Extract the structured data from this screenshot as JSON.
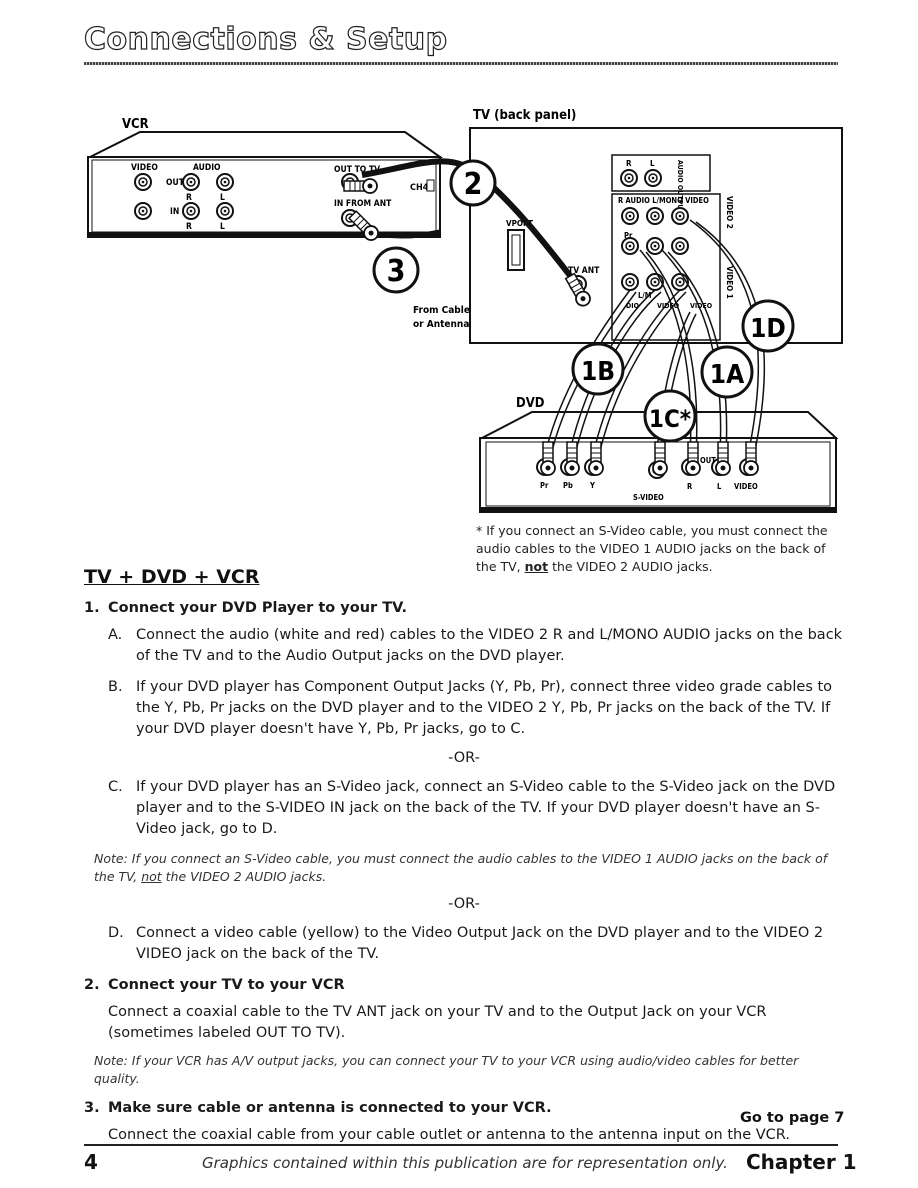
{
  "header": {
    "title": "Connections & Setup"
  },
  "diagram": {
    "vcr_label": "VCR",
    "tv_label": "TV (back panel)",
    "dvd_label": "DVD",
    "vcr_video": "VIDEO",
    "vcr_audio": "AUDIO",
    "vcr_out": "OUT",
    "vcr_in": "IN",
    "vcr_r": "R",
    "vcr_l": "L",
    "vcr_out_to_tv": "OUT TO TV",
    "vcr_in_from_ant": "IN FROM ANT",
    "vcr_ch4": "CH4",
    "from_cable_1": "From Cable",
    "from_cable_2": "or Antenna",
    "tv_r": "R",
    "tv_l": "L",
    "tv_audio_output": "AUDIO OUTPUT",
    "tv_r_audio_row": "R AUDIO L/MONO VIDEO",
    "tv_video2": "VIDEO 2",
    "tv_video1": "VIDEO 1",
    "tv_vport": "VPORT",
    "tv_ant": "TV ANT",
    "tv_pr": "Pr",
    "tv_lmono": "L/M",
    "tv_dio": "DIO",
    "tv_video_small": "VIDEO",
    "dvd_pr": "Pr",
    "dvd_pb": "Pb",
    "dvd_y": "Y",
    "dvd_svideo": "S-VIDEO",
    "dvd_r": "R",
    "dvd_l": "L",
    "dvd_video": "VIDEO",
    "dvd_out": "OUT",
    "badge_2": "2",
    "badge_3": "3",
    "badge_1a": "1A",
    "badge_1b": "1B",
    "badge_1c": "1C*",
    "badge_1d": "1D"
  },
  "footnote": {
    "pre": "* If you connect an S-Video cable, you must connect the audio cables to the VIDEO 1 AUDIO jacks on the back of the TV, ",
    "emph": "not",
    "post": " the VIDEO 2 AUDIO jacks."
  },
  "section": {
    "heading": "TV + DVD + VCR",
    "step1_num": "1.",
    "step1_title": "Connect your DVD Player to your TV.",
    "a_letter": "A.",
    "a_text": "Connect the audio (white and red) cables to the VIDEO 2 R and L/MONO AUDIO jacks on the back of the TV and to the Audio Output jacks on the DVD player.",
    "b_letter": "B.",
    "b_text": "If your DVD player has Component Output Jacks (Y, Pb, Pr), connect three video grade cables to the Y, Pb, Pr jacks on the DVD player and to the VIDEO 2 Y, Pb, Pr jacks on the back of the TV. If your DVD player doesn't have Y, Pb, Pr jacks, go to C.",
    "or1": "-OR-",
    "c_letter": "C.",
    "c_text": "If your DVD player has an S-Video jack, connect an S-Video cable to the S-Video jack on the DVD player and to the S-VIDEO IN jack on the back of the TV. If your DVD player doesn't have an S-Video jack, go to D.",
    "note1_pre": "Note: If you connect an S-Video cable, you must connect the audio cables to the VIDEO 1 AUDIO jacks on the back of the TV, ",
    "note1_emph": "not",
    "note1_post": " the VIDEO 2 AUDIO jacks.",
    "or2": "-OR-",
    "d_letter": "D.",
    "d_text": "Connect a video cable (yellow) to the Video Output Jack on the DVD player and to the VIDEO 2 VIDEO jack on the back of the TV.",
    "step2_num": "2.",
    "step2_title": "Connect your TV to your VCR",
    "step2_text": "Connect a coaxial cable to the TV ANT jack on your TV and to the Output Jack on your VCR (sometimes labeled OUT TO TV).",
    "note2": "Note: If your VCR has A/V output jacks, you can connect your TV to your VCR using audio/video cables for better quality.",
    "step3_num": "3.",
    "step3_title": "Make sure cable or antenna is connected to your VCR.",
    "step3_text": "Connect the coaxial cable from your cable outlet or antenna to the antenna input on the VCR."
  },
  "goto": "Go to page 7",
  "footer": {
    "page_number": "4",
    "disclaimer": "Graphics contained within this publication are for representation only.",
    "chapter": "Chapter 1"
  }
}
